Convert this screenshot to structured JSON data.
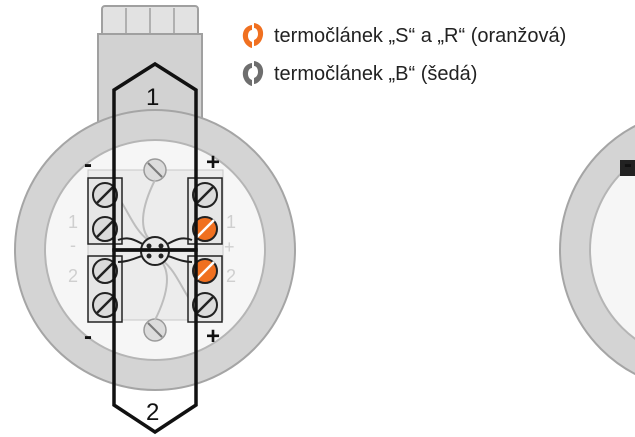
{
  "legend": {
    "items": [
      {
        "label": "termočlánek „S“ a „R“ (oranžová)",
        "icon": "thermocouple-icon",
        "color": "#f07020"
      },
      {
        "label": "termočlánek „B“ (šedá)",
        "icon": "thermocouple-icon",
        "color": "#6e6e6e"
      }
    ]
  },
  "diagram": {
    "loop_labels": [
      "1",
      "2"
    ],
    "polarity": {
      "plus": "+",
      "minus": "-"
    },
    "terminal_markings": {
      "left": [
        "1",
        "-",
        "2"
      ],
      "right": [
        "1",
        "+",
        "2"
      ]
    },
    "colors": {
      "housing": "#d4d4d4",
      "housing_dark": "#a9a9a9",
      "block": "#ececec",
      "screw": "#dcdcdc",
      "accent_orange": "#f07020",
      "wire": "#111111"
    }
  }
}
